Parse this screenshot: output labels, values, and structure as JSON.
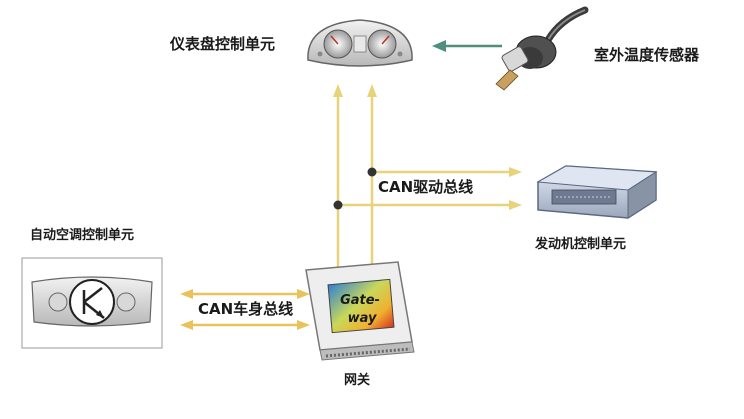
{
  "labels": {
    "cluster": "仪表盘控制单元",
    "sensor": "室外温度传感器",
    "drive_bus": "CAN驱动总线",
    "engine": "发动机控制单元",
    "ac": "自动空调控制单元",
    "body_bus": "CAN车身总线",
    "gateway": "网关"
  },
  "gateway_chip": {
    "line1": "Gate-",
    "line2": "way"
  },
  "colors": {
    "drive_bus": "#e8d27a",
    "body_bus": "#e8c25a",
    "sensor_link": "#4f8f7d",
    "junction": "#333333"
  },
  "icons": {
    "cluster": "instrument-cluster-icon",
    "sensor": "temperature-sensor-icon",
    "engine": "engine-control-unit-icon",
    "ac": "ac-control-panel-icon",
    "gateway": "gateway-module-icon"
  }
}
